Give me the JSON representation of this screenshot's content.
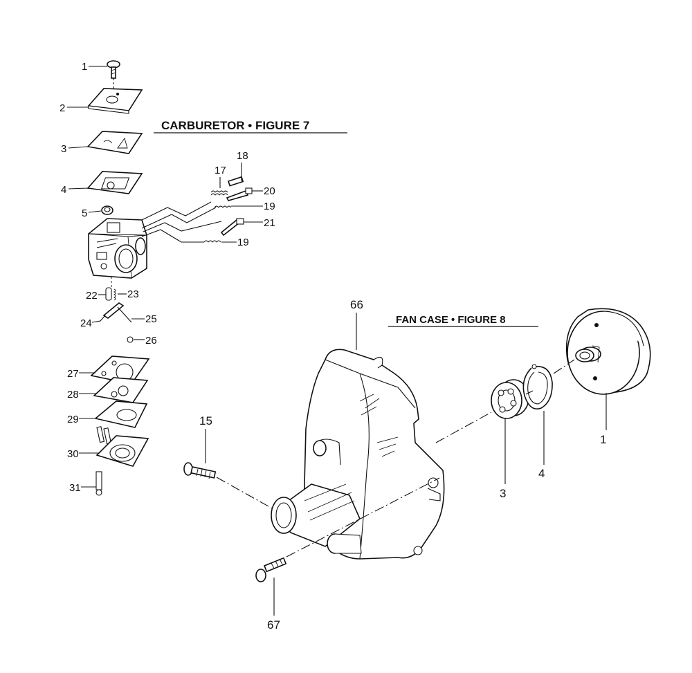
{
  "figures": {
    "carburetor": {
      "title": "CARBURETOR • FIGURE 7"
    },
    "fan_case": {
      "title": "FAN CASE • FIGURE 8"
    }
  },
  "carburetor_callouts": [
    "1",
    "2",
    "3",
    "4",
    "5",
    "17",
    "18",
    "20",
    "19",
    "21",
    "19",
    "22",
    "23",
    "24",
    "25",
    "26",
    "27",
    "28",
    "29",
    "30",
    "31"
  ],
  "fan_case_callouts": [
    "66",
    "15",
    "67",
    "3",
    "4",
    "1"
  ]
}
